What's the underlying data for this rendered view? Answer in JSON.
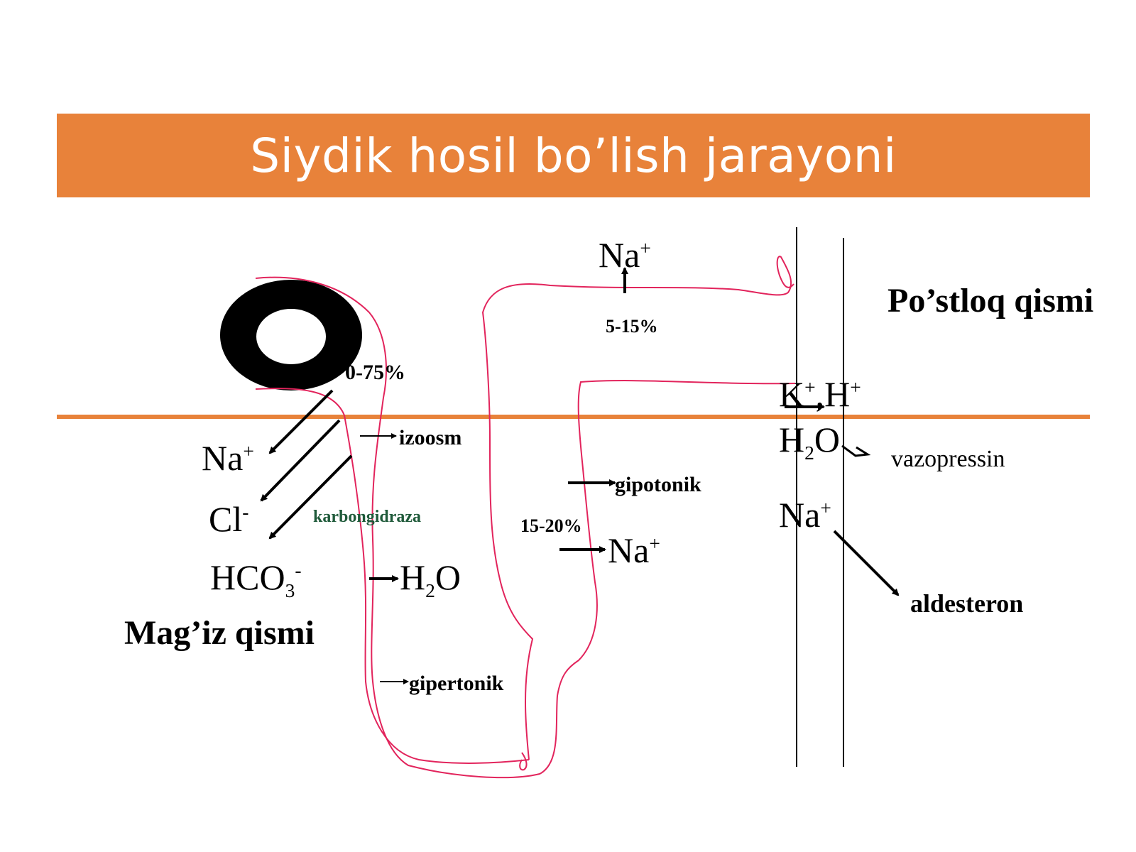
{
  "title": "Siydik hosil bo’lish jarayoni",
  "colors": {
    "banner": "#e8823a",
    "divider": "#e8823a",
    "tubule": "#e2245c",
    "enzyme": "#1f5a3a"
  },
  "regions": {
    "cortex": "Po’stloq qismi",
    "medulla": "Mag’iz qismi"
  },
  "percentages": {
    "proximal": "0-75%",
    "loop_top": "5-15%",
    "loop_mid": "15-20%"
  },
  "ions": {
    "na": "Na",
    "na_charge": "+",
    "cl": "Cl",
    "cl_charge": "-",
    "hco3": "HCO",
    "hco3_sub": "3",
    "hco3_charge": "-",
    "h2o_h": "H",
    "h2o_sub": "2",
    "h2o_o": "O",
    "k": "K",
    "k_charge": "+",
    "comma": ",",
    "h": "H",
    "h_charge": "+"
  },
  "labels": {
    "izoosm": "izoosm",
    "karbongidraza": "karbongidraza",
    "gipotonik": "gipotonik",
    "gipertonik": "gipertonik",
    "vazopressin": "vazopressin",
    "aldesteron": "aldesteron"
  }
}
